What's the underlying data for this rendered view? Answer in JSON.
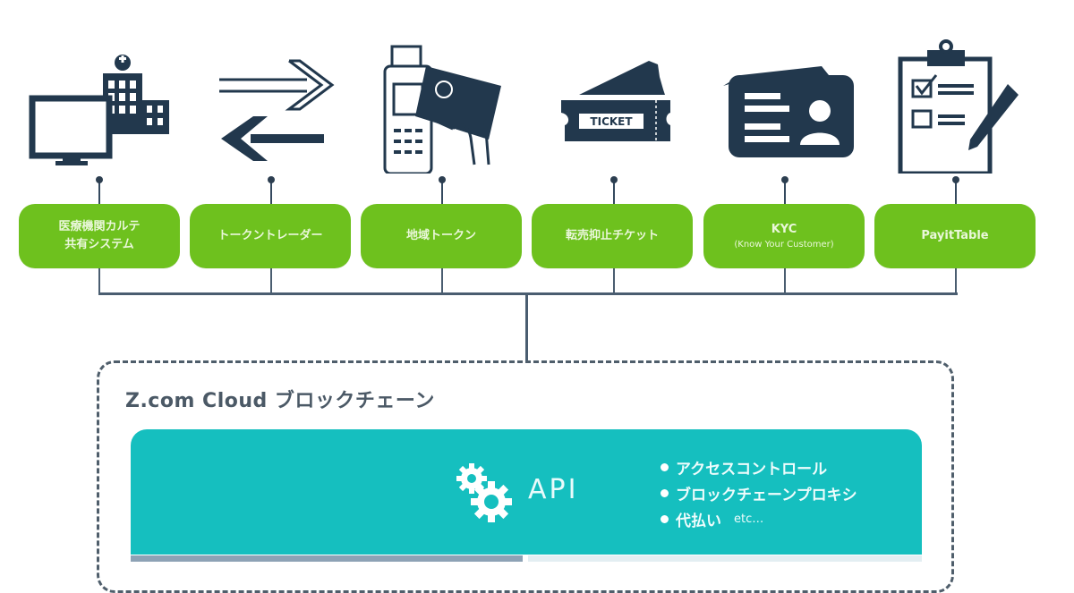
{
  "diagram": {
    "colors": {
      "icon": "#22384d",
      "node_bg": "#6ec11e",
      "node_text": "#eaf7da",
      "connector": "#4a5d70",
      "api_bg": "#15bfbf"
    },
    "services": [
      {
        "icon": "hospital-computer-icon",
        "label": "医療機関カルテ",
        "label2": "共有システム"
      },
      {
        "icon": "exchange-arrows-icon",
        "label": "トークントレーダー",
        "label2": ""
      },
      {
        "icon": "payment-terminal-card-icon",
        "label": "地域トークン",
        "label2": ""
      },
      {
        "icon": "ticket-icon",
        "label": "転売抑止チケット",
        "label2": ""
      },
      {
        "icon": "id-card-icon",
        "label": "KYC",
        "label2": "(Know Your Customer)"
      },
      {
        "icon": "clipboard-checklist-icon",
        "label": "PayitTable",
        "label2": ""
      }
    ],
    "ticket_text": "TICKET",
    "cloud": {
      "title": "Z.com Cloud ブロックチェーン",
      "api": {
        "icon": "gears-icon",
        "label": "API",
        "features": [
          "アクセスコントロール",
          "ブロックチェーンプロキシ",
          "代払い"
        ],
        "etc": "etc…"
      }
    }
  }
}
